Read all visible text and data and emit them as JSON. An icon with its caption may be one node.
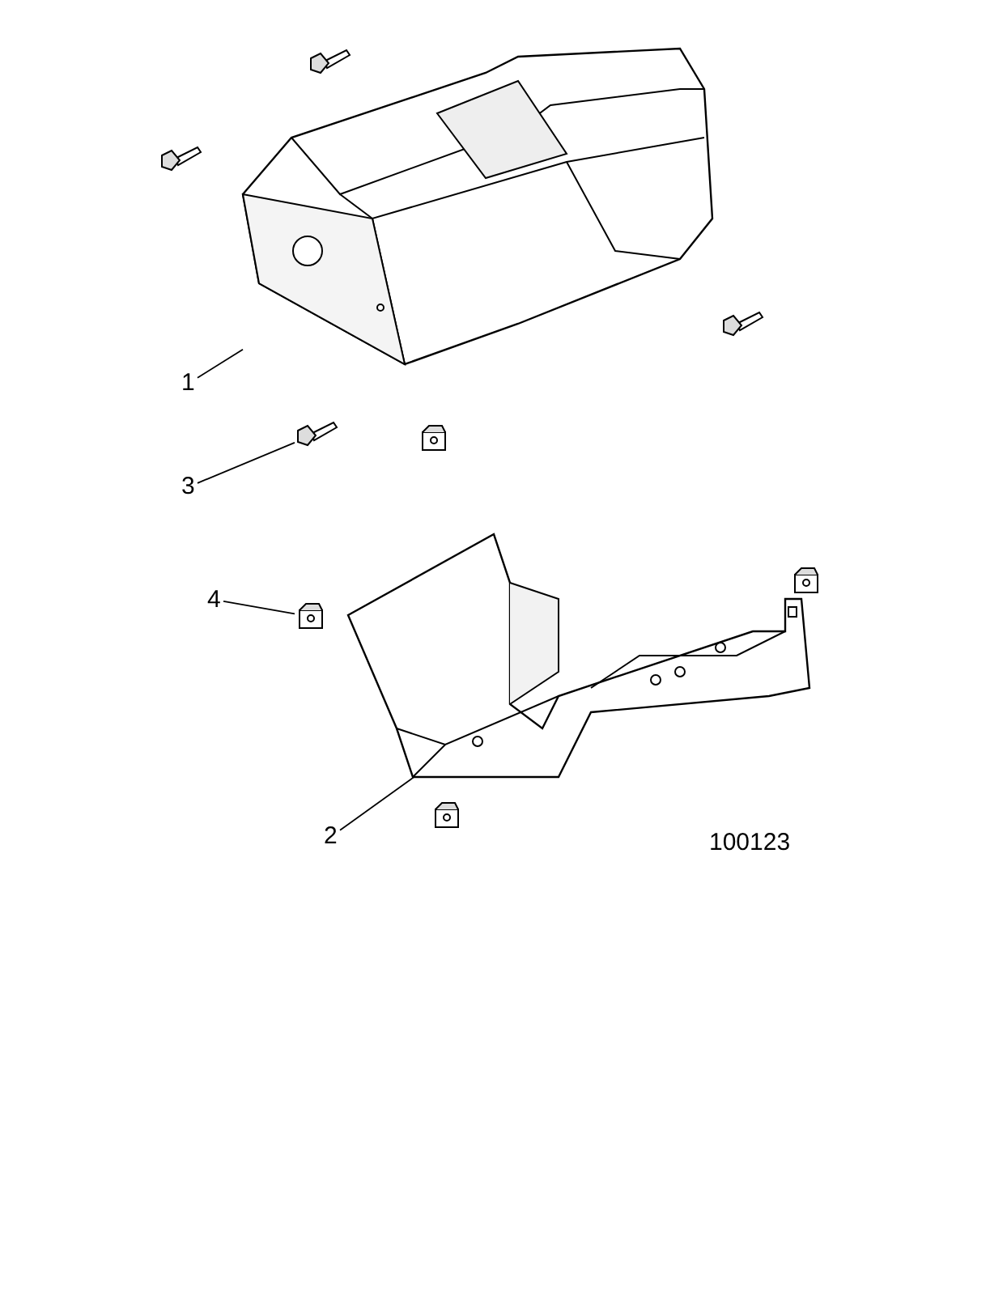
{
  "diagram": {
    "nodes": [
      {
        "text": [
          "1"
        ]
      },
      {
        "text": [],
        "shape": "picture"
      },
      {
        "text": [
          "3"
        ]
      },
      {
        "text": [],
        "shape": "picture"
      },
      {
        "text": [
          "4"
        ]
      },
      {
        "text": [],
        "shape": "picture"
      },
      {
        "text": [
          "2"
        ]
      },
      {
        "text": [],
        "shape": "picture"
      }
    ],
    "edges": [
      {
        "from": 0,
        "to": 1,
        "arrow": "none"
      },
      {
        "from": 2,
        "to": 3,
        "arrow": "none"
      },
      {
        "from": 4,
        "to": 5,
        "arrow": "none"
      },
      {
        "from": 6,
        "to": 7,
        "arrow": "none"
      }
    ],
    "labels": [
      "100123"
    ]
  }
}
